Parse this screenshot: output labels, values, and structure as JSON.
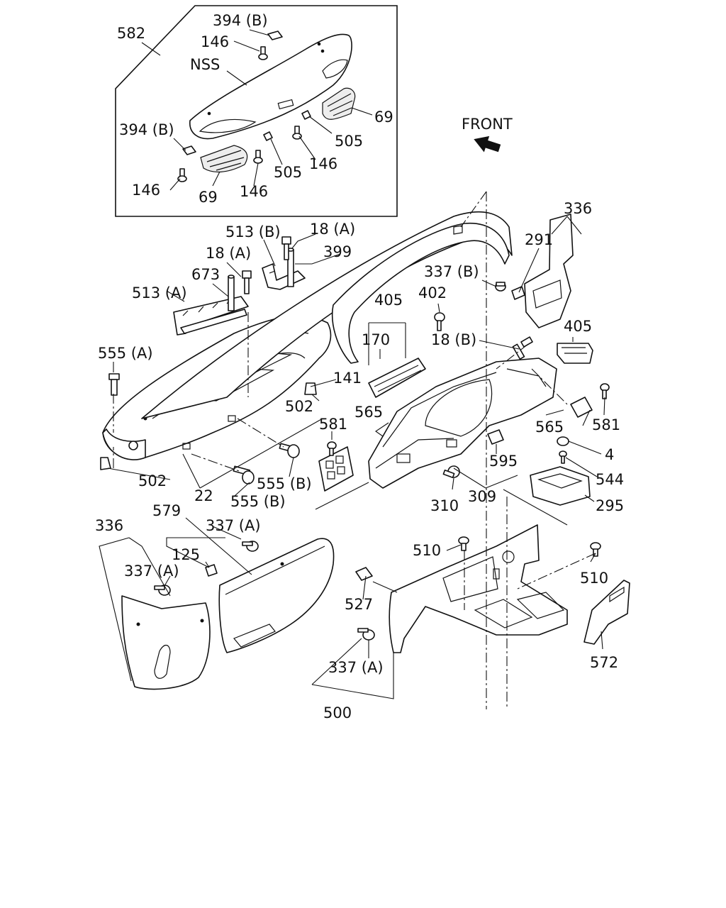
{
  "direction_label": "FRONT",
  "callouts": [
    {
      "id": "582",
      "text": "582"
    },
    {
      "id": "394b_top",
      "text": "394 (B)"
    },
    {
      "id": "146_top",
      "text": "146"
    },
    {
      "id": "nss",
      "text": "NSS"
    },
    {
      "id": "69_right",
      "text": "69"
    },
    {
      "id": "394b_left",
      "text": "394 (B)"
    },
    {
      "id": "505_right",
      "text": "505"
    },
    {
      "id": "146_mid",
      "text": "146"
    },
    {
      "id": "505_left",
      "text": "505"
    },
    {
      "id": "146_left",
      "text": "146"
    },
    {
      "id": "69_left",
      "text": "69"
    },
    {
      "id": "146_bottom",
      "text": "146"
    },
    {
      "id": "336_top",
      "text": "336"
    },
    {
      "id": "513b",
      "text": "513 (B)"
    },
    {
      "id": "18a_top",
      "text": "18 (A)"
    },
    {
      "id": "399",
      "text": "399"
    },
    {
      "id": "18a_left",
      "text": "18 (A)"
    },
    {
      "id": "291",
      "text": "291"
    },
    {
      "id": "673",
      "text": "673"
    },
    {
      "id": "337b",
      "text": "337 (B)"
    },
    {
      "id": "513a",
      "text": "513 (A)"
    },
    {
      "id": "405_left",
      "text": "405"
    },
    {
      "id": "402",
      "text": "402"
    },
    {
      "id": "405_right",
      "text": "405"
    },
    {
      "id": "555a",
      "text": "555 (A)"
    },
    {
      "id": "170",
      "text": "170"
    },
    {
      "id": "18b",
      "text": "18 (B)"
    },
    {
      "id": "141",
      "text": "141"
    },
    {
      "id": "502_mid",
      "text": "502"
    },
    {
      "id": "565_left",
      "text": "565"
    },
    {
      "id": "581_left",
      "text": "581"
    },
    {
      "id": "565_right",
      "text": "565"
    },
    {
      "id": "581_right",
      "text": "581"
    },
    {
      "id": "4",
      "text": "4"
    },
    {
      "id": "595",
      "text": "595"
    },
    {
      "id": "544",
      "text": "544"
    },
    {
      "id": "502_left",
      "text": "502"
    },
    {
      "id": "555b_right",
      "text": "555 (B)"
    },
    {
      "id": "22",
      "text": "22"
    },
    {
      "id": "555b_low",
      "text": "555 (B)"
    },
    {
      "id": "309",
      "text": "309"
    },
    {
      "id": "295",
      "text": "295"
    },
    {
      "id": "310",
      "text": "310"
    },
    {
      "id": "579",
      "text": "579"
    },
    {
      "id": "336_left",
      "text": "336"
    },
    {
      "id": "337a_top",
      "text": "337 (A)"
    },
    {
      "id": "125",
      "text": "125"
    },
    {
      "id": "337a_left",
      "text": "337 (A)"
    },
    {
      "id": "510_left",
      "text": "510"
    },
    {
      "id": "510_right",
      "text": "510"
    },
    {
      "id": "527",
      "text": "527"
    },
    {
      "id": "337a_bottom",
      "text": "337 (A)"
    },
    {
      "id": "572",
      "text": "572"
    },
    {
      "id": "500",
      "text": "500"
    }
  ]
}
